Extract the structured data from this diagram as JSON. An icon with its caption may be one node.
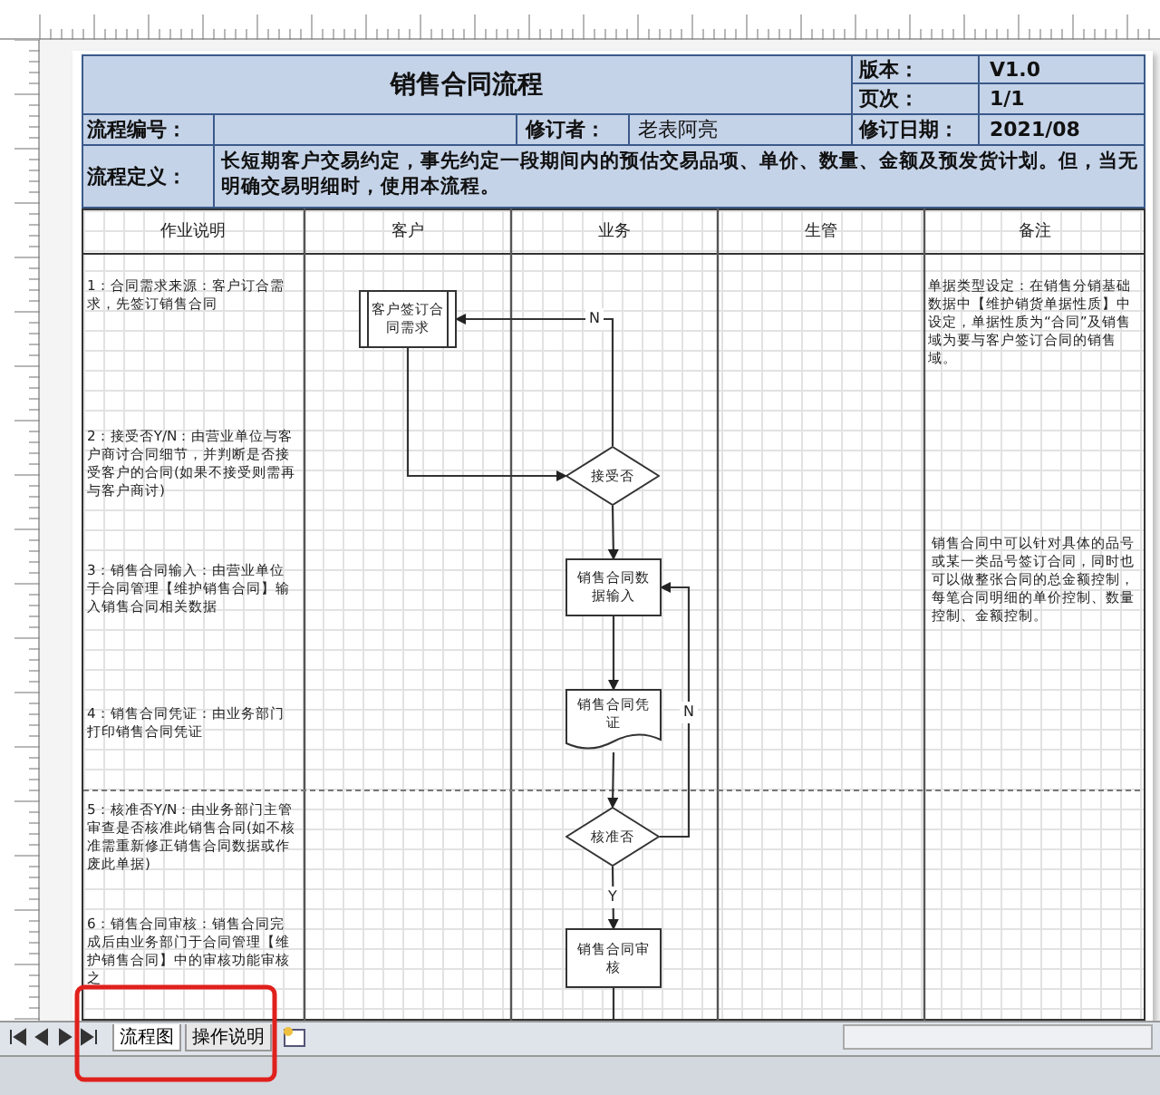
{
  "diagram": {
    "title": "销售合同流程",
    "nodes": [
      {
        "text": [
          "客户签订合同需求"
        ]
      },
      {
        "text": [
          "接受否"
        ]
      },
      {
        "text": [
          "销售合同数据输入"
        ]
      },
      {
        "text": [
          "销售合同凭证"
        ]
      },
      {
        "text": [
          "核准否"
        ]
      },
      {
        "text": [
          "销售合同审核"
        ]
      }
    ],
    "edges": [
      {
        "from": 0,
        "to": 1,
        "arrow": "to"
      },
      {
        "from": 1,
        "to": 0,
        "arrow": "to",
        "label": "N"
      },
      {
        "from": 1,
        "to": 2,
        "arrow": "to"
      },
      {
        "from": 2,
        "to": 3,
        "arrow": "to"
      },
      {
        "from": 3,
        "to": 4,
        "arrow": "to"
      },
      {
        "from": 4,
        "to": 2,
        "arrow": "to",
        "label": "N"
      },
      {
        "from": 4,
        "to": 5,
        "arrow": "to",
        "label": "Y"
      },
      {
        "from": 5,
        "to": null,
        "arrow": "none"
      }
    ],
    "labels": [
      "版本：",
      "V1.0",
      "页次：",
      "1/1",
      "流程编号：",
      "修订者：",
      "老表阿亮",
      "修订日期：",
      "2021/08",
      "流程定义：",
      "长短期客户交易约定，事先约定一段期间内的预估交易品项、单价、数量、金额及预发货计划。但，当无明确交易明细时，使用本流程。",
      "作业说明",
      "客户",
      "业务",
      "生管",
      "备注",
      "1：合同需求来源：客户订合需求，先签订销售合同",
      "2：接受否Y/N：由营业单位与客户商讨合同细节，并判断是否接受客户的合同(如果不接受则需再与客户商讨)",
      "3：销售合同输入：由营业单位于合同管理【维护销售合同】输入销售合同相关数据",
      "4：销售合同凭证：由业务部门打印销售合同凭证",
      "5：核准否Y/N：由业务部门主管审查是否核准此销售合同(如不核准需重新修正销售合同数据或作废此单据)",
      "6：销售合同审核：销售合同完成后由业务部门于合同管理【维护销售合同】中的审核功能审核之",
      "单据类型设定：在销售分销基础数据中【维护销货单据性质】中设定，单据性质为“合同”及销售域为要与客户签订合同的销售域。",
      "销售合同中可以针对具体的品号或某一类品号签订合同，同时也可以做整张合同的总金额控制，每笔合同明细的单价控制、数量控制、金额控制。",
      "流程图",
      "操作说明"
    ]
  }
}
